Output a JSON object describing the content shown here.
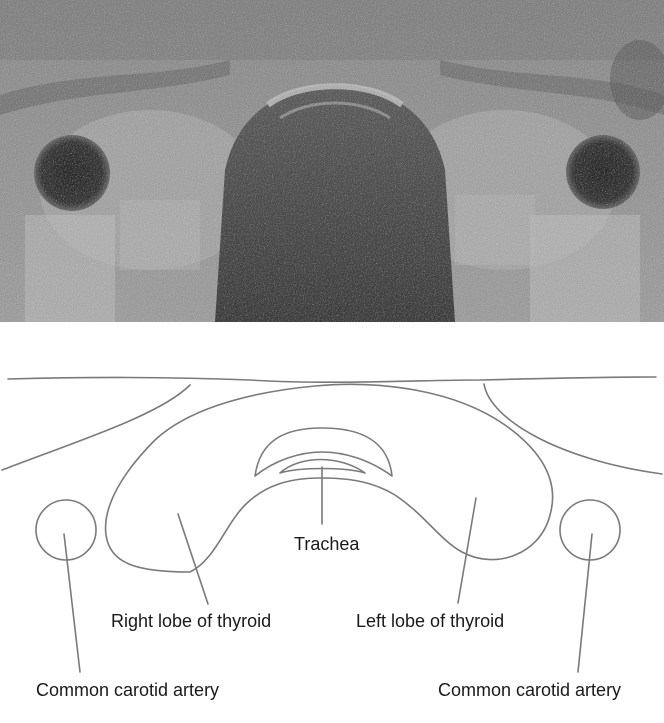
{
  "labels": {
    "trachea": "Trachea",
    "right_lobe": "Right lobe of thyroid",
    "left_lobe": "Left lobe of thyroid",
    "cca_right": "Common carotid artery",
    "cca_left": "Common carotid artery"
  },
  "colors": {
    "line": "#7a7a7a",
    "text": "#1a1a1a",
    "ultrasound_base": "#9a9a9a",
    "vessel_dark": "#2e2e2e",
    "background": "#ffffff"
  }
}
